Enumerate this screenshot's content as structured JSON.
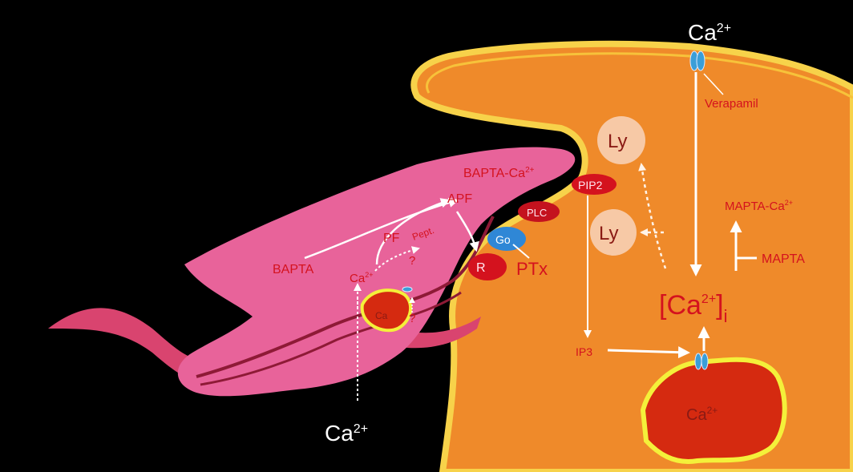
{
  "colors": {
    "background": "#000000",
    "host_cell": "#ef8a2a",
    "host_membrane": "#f7d24a",
    "parasite": "#e8639a",
    "store": "#d52a10",
    "store_outline": "#f4f03a",
    "label_red": "#d4121e",
    "arrow": "#ffffff"
  },
  "labels": {
    "ca_top": "Ca",
    "ca_top_sup": "2+",
    "ca_bottom": "Ca",
    "ca_bottom_sup": "2+",
    "verapamil": "Verapamil",
    "ly_upper": "Ly",
    "ly_lower": "Ly",
    "mapta_ca": "MAPTA-Ca",
    "mapta_ca_sup": "2+",
    "mapta": "MAPTA",
    "ca_i_open": "[Ca",
    "ca_i_sup": "2+",
    "ca_i_close": "]",
    "ca_i_sub": "i",
    "ip3": "IP3",
    "store_ca": "Ca",
    "store_ca_sup": "2+",
    "pip2": "PIP2",
    "plc": "PLC",
    "go": "Go",
    "r": "R",
    "ptx": "PTx",
    "bapta_ca": "BAPTA-Ca",
    "bapta_ca_sup": "2+",
    "apf": "APF",
    "pf": "PF",
    "pept": "Pept.",
    "bapta": "BAPTA",
    "ca_parasite": "Ca",
    "ca_parasite_sup": "2+",
    "question_1": "?",
    "question_2": "?",
    "ca_vacuole": "Ca"
  },
  "icons": {
    "channel_top": "ion-channel-icon",
    "channel_store": "ion-channel-icon",
    "channel_parasite": "ion-channel-icon"
  }
}
